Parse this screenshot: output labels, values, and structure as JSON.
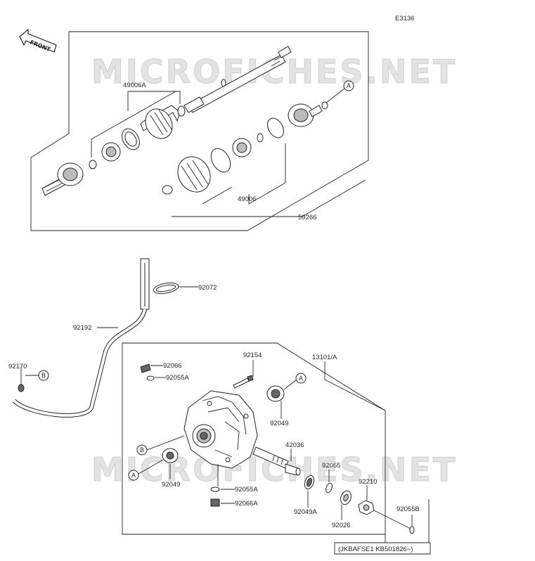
{
  "diagram_id": "E3136",
  "watermark": "MICROFICHES.NET",
  "front_label": "FRONT",
  "callouts": {
    "a": "A",
    "b": "B"
  },
  "parts": {
    "p49006a": "49006A",
    "p49006": "49006",
    "p59266": "59266",
    "p92072": "92072",
    "p92192": "92192",
    "p92170": "92170",
    "p92066": "92066",
    "p92055a_top": "92055A",
    "p92154": "92154",
    "p13101a": "13101/A",
    "p92049_top": "92049",
    "p42036": "42036",
    "p92055": "92055",
    "p92210": "92210",
    "p92049_bot": "92049",
    "p92055a_bot": "92055A",
    "p92066a": "92066A",
    "p92049a": "92049A",
    "p92026": "92026",
    "p92055b": "92055B"
  },
  "serial_note": "(JKBAFSE1 KB501826~)"
}
